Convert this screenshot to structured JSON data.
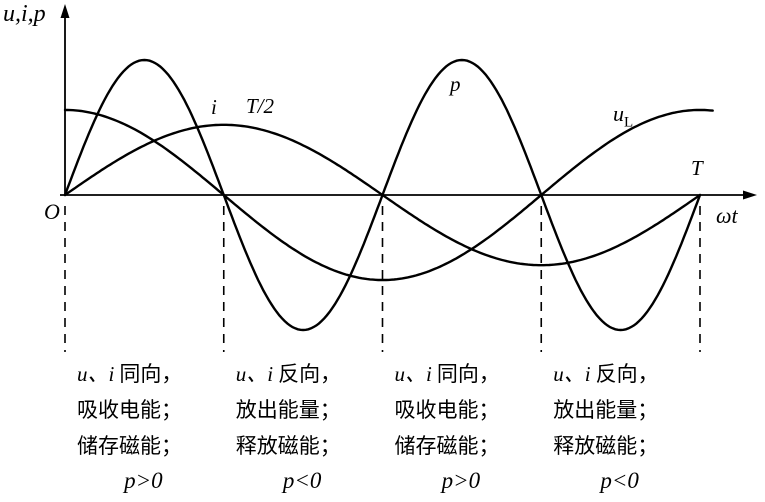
{
  "figure": {
    "y_axis_label": "u,i,p",
    "x_axis_label": "ωt",
    "origin_label": "O",
    "i_label": "i",
    "p_label": "p",
    "u_label": {
      "base": "u",
      "sub": "L"
    },
    "half_period_label": "T/2",
    "period_label": "T",
    "ink_color": "#000000",
    "background_color": "#ffffff"
  },
  "chart_data": {
    "type": "line",
    "title": "",
    "xlabel": "ωt",
    "ylabel": "u,i,p",
    "x_range": [
      0,
      6.2832
    ],
    "x_tick_labels": [
      "O",
      "T/2",
      "T"
    ],
    "grid": false,
    "legend_position": "none",
    "series": [
      {
        "name": "i",
        "fn": "sin",
        "freq": 1,
        "phase": 0,
        "amplitude": 0.52
      },
      {
        "name": "u_L",
        "fn": "cos",
        "freq": 1,
        "phase": 0,
        "amplitude": 0.63,
        "extend_frac": 0.02
      },
      {
        "name": "p",
        "fn": "sin",
        "freq": 2,
        "phase": 0,
        "amplitude": 1.0
      }
    ],
    "dividers_frac": [
      0,
      0.25,
      0.5,
      0.75,
      1
    ]
  },
  "annotations": {
    "regions": [
      {
        "vars": "u、i",
        "direction": "同向，",
        "energy": "吸收电能；",
        "magnetic": "储存磁能；",
        "power": "p>0"
      },
      {
        "vars": "u、i",
        "direction": "反向，",
        "energy": "放出能量；",
        "magnetic": "释放磁能；",
        "power": "p<0"
      },
      {
        "vars": "u、i",
        "direction": "同向，",
        "energy": "吸收电能；",
        "magnetic": "储存磁能；",
        "power": "p>0"
      },
      {
        "vars": "u、i",
        "direction": "反向，",
        "energy": "放出能量；",
        "magnetic": "释放磁能；",
        "power": "p<0"
      }
    ]
  }
}
